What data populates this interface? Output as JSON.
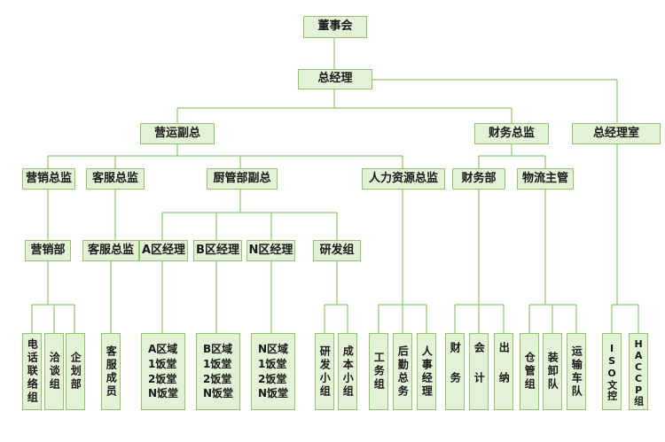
{
  "colors": {
    "line": "#8fc46a",
    "box_fill": "#e3f1d6",
    "box_border": "#8fc46a",
    "text": "#1a1a1a"
  },
  "org": {
    "board": "董事会",
    "gm": "总经理",
    "ops_vp": "营运副总",
    "finance_director": "财务总监",
    "gm_office": "总经理室",
    "sales_director": "营销总监",
    "cs_director": "客服总监",
    "kitchen_vp": "厨管部副总",
    "hr_director": "人力资源总监",
    "finance_dept": "财务部",
    "logistics_mgr": "物流主管",
    "sales_dept": "营销部",
    "cs_supervisor": "客服总监",
    "area_a_mgr": "A区经理",
    "area_b_mgr": "B区经理",
    "area_n_mgr": "N区经理",
    "rnd_group": "研发组",
    "leaves": {
      "phone_liaison": "电话联络组",
      "negotiation": "洽谈组",
      "planning": "企划部",
      "cs_staff": "客服成员",
      "area_a_halls": "A区域\n1饭堂\n2饭堂\nN饭堂",
      "area_b_halls": "B区域\n1饭堂\n2饭堂\nN饭堂",
      "area_n_halls": "N区域\n1饭堂\n2饭堂\nN饭堂",
      "rnd_team": "研发小组",
      "cost_team": "成本小组",
      "works": "工务组",
      "logistics_affairs": "后勤总务",
      "hr_manager": "人事经理",
      "finance": "财务",
      "accounting": "会计",
      "cashier": "出纳",
      "warehouse": "仓管组",
      "loading": "装卸队",
      "transport": "运输车队",
      "iso": "ISO文控",
      "haccp": "HACCP组"
    }
  }
}
